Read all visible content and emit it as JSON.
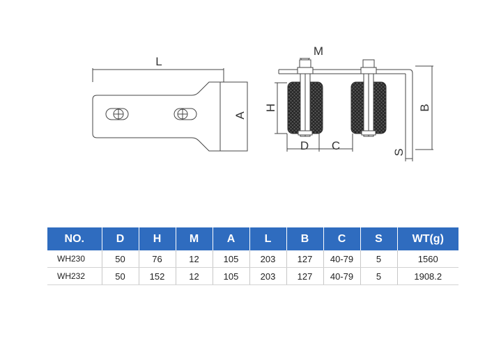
{
  "drawing": {
    "labels": {
      "L": "L",
      "A": "A",
      "M": "M",
      "H": "H",
      "D": "D",
      "C": "C",
      "B": "B",
      "S": "S"
    }
  },
  "table": {
    "headers": [
      "NO.",
      "D",
      "H",
      "M",
      "A",
      "L",
      "B",
      "C",
      "S",
      "WT(g)"
    ],
    "rows": [
      [
        "WH230",
        "50",
        "76",
        "12",
        "105",
        "203",
        "127",
        "40-79",
        "5",
        "1560"
      ],
      [
        "WH232",
        "50",
        "152",
        "12",
        "105",
        "203",
        "127",
        "40-79",
        "5",
        "1908.2"
      ]
    ],
    "header_color": "#2f6cbf"
  }
}
